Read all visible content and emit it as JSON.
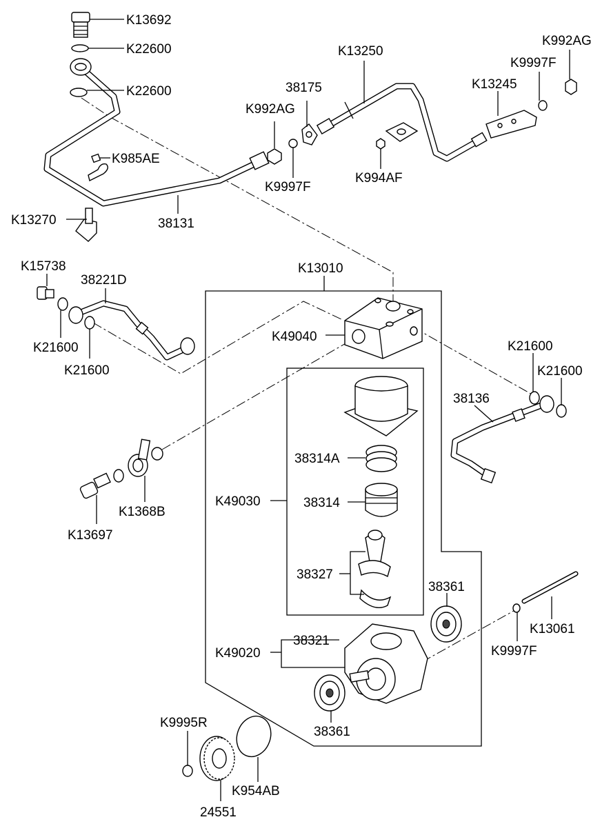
{
  "diagram": {
    "labels": {
      "k13692": "K13692",
      "k22600_a": "K22600",
      "k22600_b": "K22600",
      "k985ae": "K985AE",
      "k13270": "K13270",
      "p38131": "38131",
      "k992ag_a": "K992AG",
      "k9997f_a": "K9997F",
      "p38175": "38175",
      "k13250": "K13250",
      "k994af": "K994AF",
      "k13245": "K13245",
      "k9997f_b": "K9997F",
      "k992ag_b": "K992AG",
      "k15738": "K15738",
      "p38221d": "38221D",
      "k21600_a": "K21600",
      "k21600_b": "K21600",
      "k13010": "K13010",
      "k49040": "K49040",
      "k21600_c": "K21600",
      "k21600_d": "K21600",
      "p38136": "38136",
      "k1368b": "K1368B",
      "k13697": "K13697",
      "p38314a": "38314A",
      "k49030": "K49030",
      "p38314": "38314",
      "p38327": "38327",
      "p38361_a": "38361",
      "k13061": "K13061",
      "p38321": "38321",
      "k49020": "K49020",
      "k9997f_c": "K9997F",
      "p38361_b": "38361",
      "k9995r": "K9995R",
      "k954ab": "K954AB",
      "p24551": "24551"
    }
  }
}
